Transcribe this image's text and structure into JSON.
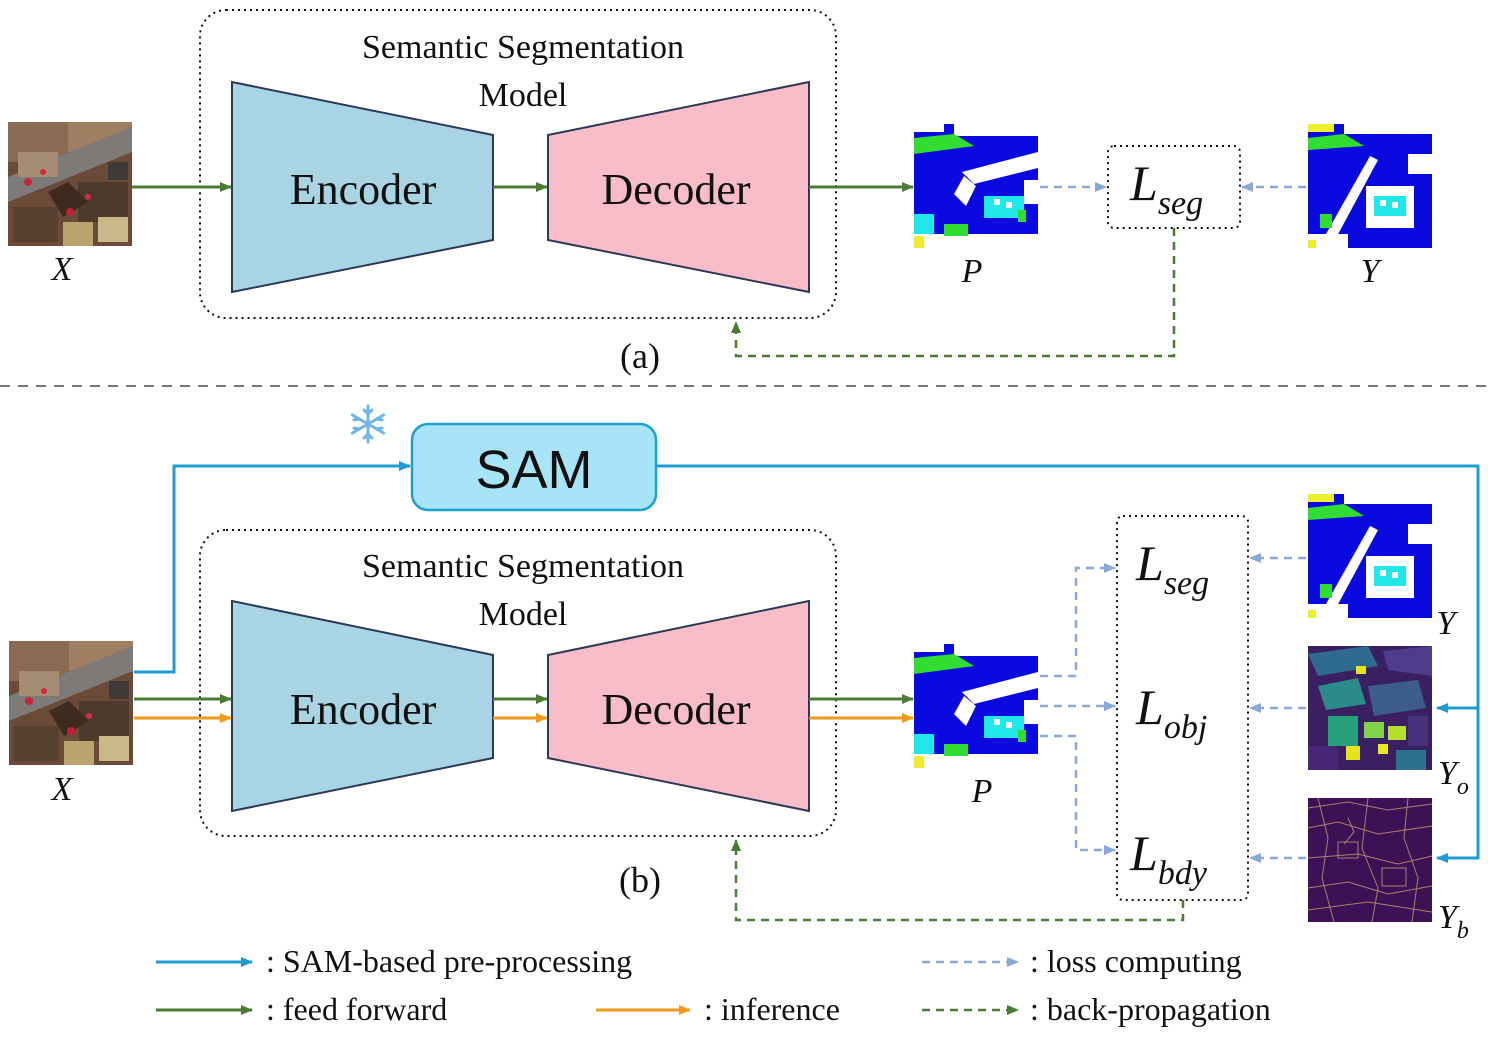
{
  "colors": {
    "encoder_fill": "#a9d4e3",
    "decoder_fill": "#f9bcc9",
    "sam_fill": "#a7e4f8",
    "sam_border": "#1e9fd1",
    "sam_arrow": "#1c9cd4",
    "forward_arrow": "#4a7c36",
    "inference_arrow": "#f39a1a",
    "loss_arrow": "#8aa8d6",
    "backprop_arrow": "#4a7c36",
    "seg_blue": "#0a0ae0",
    "seg_cyan": "#20e8e8",
    "seg_green": "#30dd30",
    "seg_yellow": "#eeee30",
    "sam_obj_bg": "#3a2060",
    "sam_bdy_bg": "#3d1155"
  },
  "panel_a": {
    "model_title_line1": "Semantic Segmentation",
    "model_title_line2": "Model",
    "encoder_label": "Encoder",
    "decoder_label": "Decoder",
    "input_label": "X",
    "pred_label": "P",
    "gt_label": "Y",
    "loss_main": "L",
    "loss_sub": "seg",
    "caption": "(a)"
  },
  "panel_b": {
    "sam_label": "SAM",
    "frozen_icon": "snowflake-icon",
    "model_title_line1": "Semantic Segmentation",
    "model_title_line2": "Model",
    "encoder_label": "Encoder",
    "decoder_label": "Decoder",
    "input_label": "X",
    "pred_label": "P",
    "gt_label": "Y",
    "obj_label_main": "Y",
    "obj_label_sub": "o",
    "bdy_label_main": "Y",
    "bdy_label_sub": "b",
    "loss_main": "L",
    "loss_seg_sub": "seg",
    "loss_obj_sub": "obj",
    "loss_bdy_sub": "bdy",
    "caption": "(b)"
  },
  "legend": {
    "sam": ": SAM-based pre-processing",
    "loss": ": loss computing",
    "forward": ": feed forward",
    "inference": ": inference",
    "backprop": ": back-propagation"
  }
}
